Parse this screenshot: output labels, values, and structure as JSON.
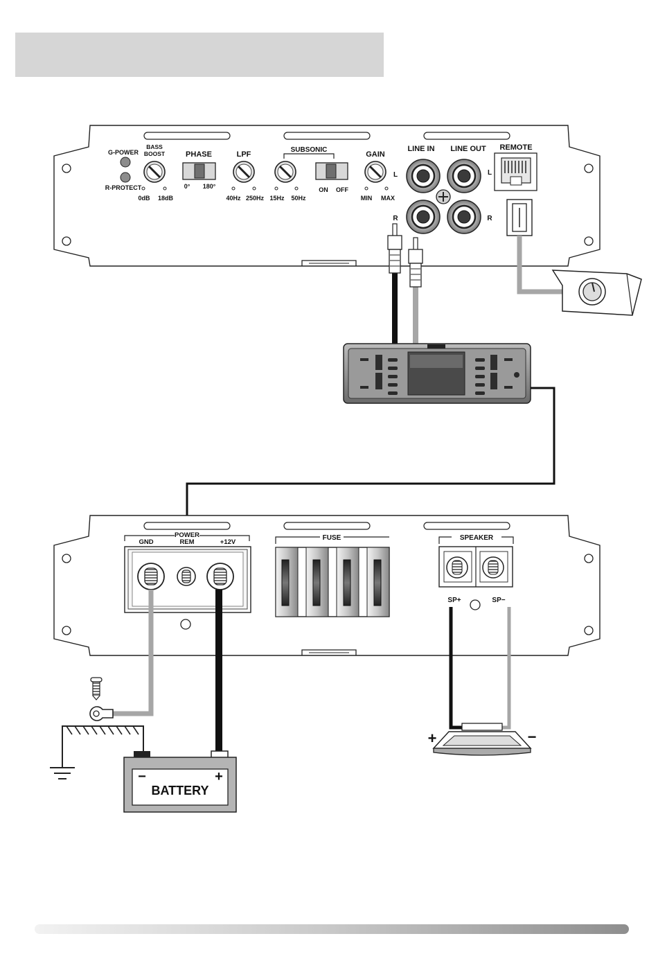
{
  "top_panel": {
    "g_power": "G-POWER",
    "r_protect": "R-PROTECT",
    "bass_boost": [
      "BASS",
      "BOOST"
    ],
    "bass_min": "0dB",
    "bass_max": "18dB",
    "phase": "PHASE",
    "phase_0": "0°",
    "phase_180": "180°",
    "lpf": "LPF",
    "lpf_min": "40Hz",
    "lpf_max": "250Hz",
    "subsonic": "SUBSONIC",
    "sub_min": "15Hz",
    "sub_max": "50Hz",
    "sub_on": "ON",
    "sub_off": "OFF",
    "gain": "GAIN",
    "gain_min": "MIN",
    "gain_max": "MAX",
    "line_in": "LINE IN",
    "line_out": "LINE OUT",
    "remote": "REMOTE",
    "left": "L",
    "right": "R"
  },
  "bottom_panel": {
    "power": "POWER",
    "gnd": "GND",
    "rem": "REM",
    "plus12": "+12V",
    "fuse": "FUSE",
    "speaker": "SPEAKER",
    "sp_plus": "SP+",
    "sp_minus": "SP−"
  },
  "battery": {
    "label": "BATTERY",
    "neg": "−",
    "pos": "+"
  },
  "speaker_signs": {
    "plus": "+",
    "minus": "−"
  },
  "colors": {
    "wire_dark": "#111111",
    "wire_light": "#a6a6a6",
    "title_bar": "#d6d6d6"
  }
}
